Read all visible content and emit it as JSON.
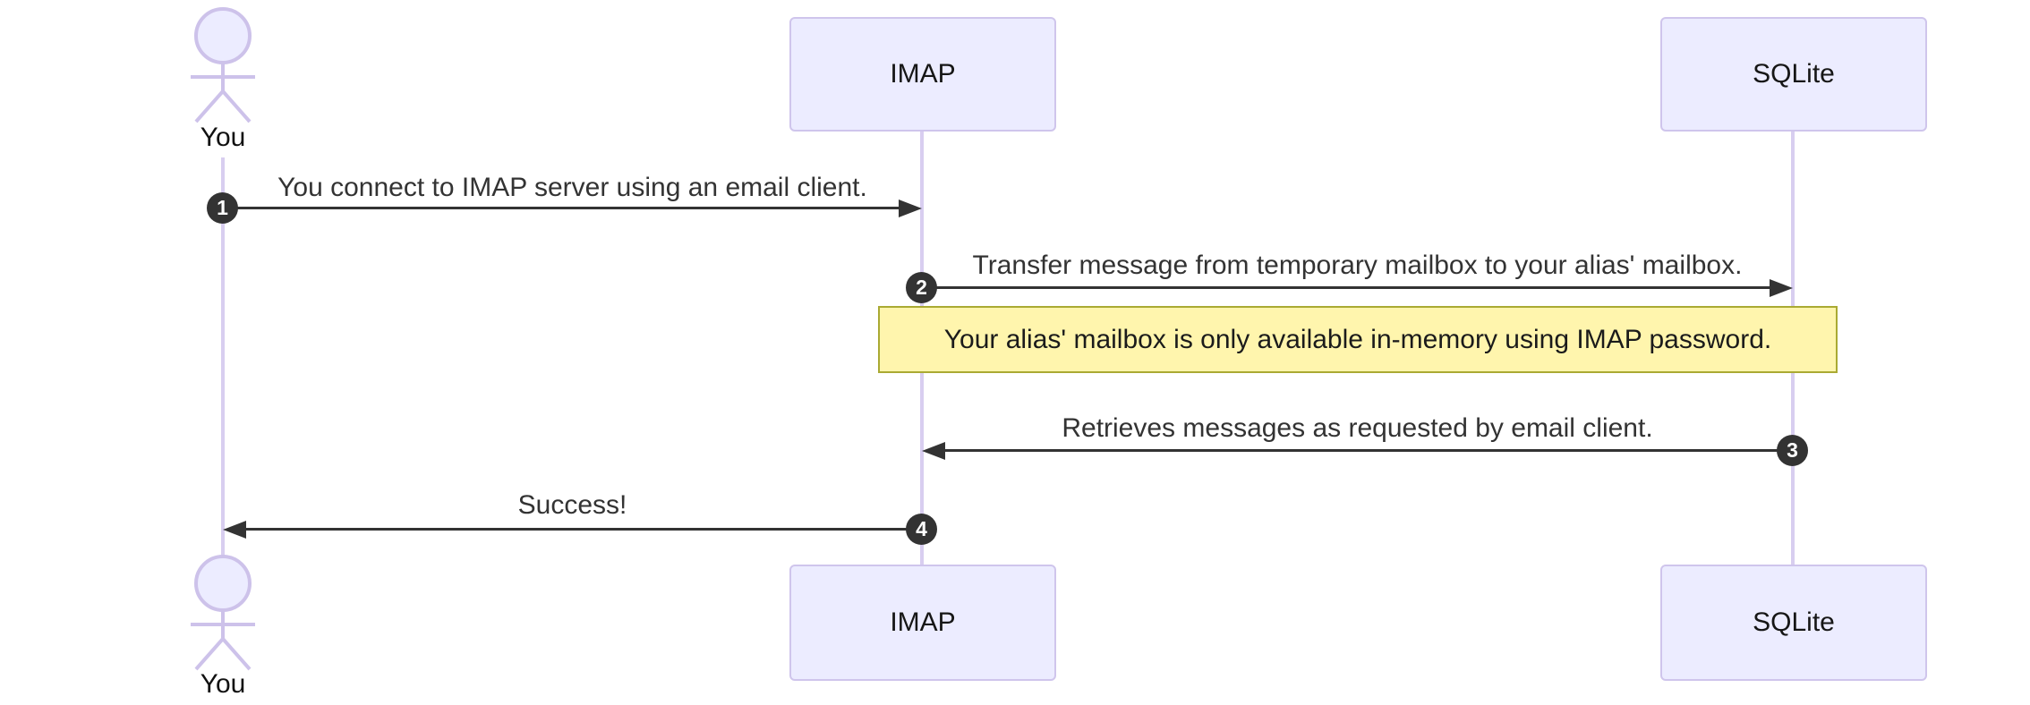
{
  "diagram": {
    "type": "sequence-diagram",
    "actors": {
      "you": {
        "label": "You",
        "kind": "person"
      },
      "imap": {
        "label": "IMAP",
        "kind": "participant"
      },
      "sqlite": {
        "label": "SQLite",
        "kind": "participant"
      }
    },
    "messages": [
      {
        "seq": "1",
        "from": "You",
        "to": "IMAP",
        "label": "You connect to IMAP server using an email client."
      },
      {
        "seq": "2",
        "from": "IMAP",
        "to": "SQLite",
        "label": "Transfer message from temporary mailbox to your alias' mailbox."
      },
      {
        "seq": "3",
        "from": "SQLite",
        "to": "IMAP",
        "label": "Retrieves messages as requested by email client."
      },
      {
        "seq": "4",
        "from": "IMAP",
        "to": "You",
        "label": "Success!"
      }
    ],
    "note": {
      "over": "IMAP,SQLite",
      "text": "Your alias' mailbox is only available in-memory using IMAP password."
    },
    "colors": {
      "actor_fill": "#ECECFF",
      "actor_border": "#CFC5EC",
      "lifeline": "#D8CEF0",
      "note_fill": "#FFF5AD",
      "note_border": "#AAAA33",
      "arrow": "#333333",
      "badge_bg": "#333333",
      "badge_text": "#FFFFFF",
      "message_text": "#333333"
    }
  }
}
